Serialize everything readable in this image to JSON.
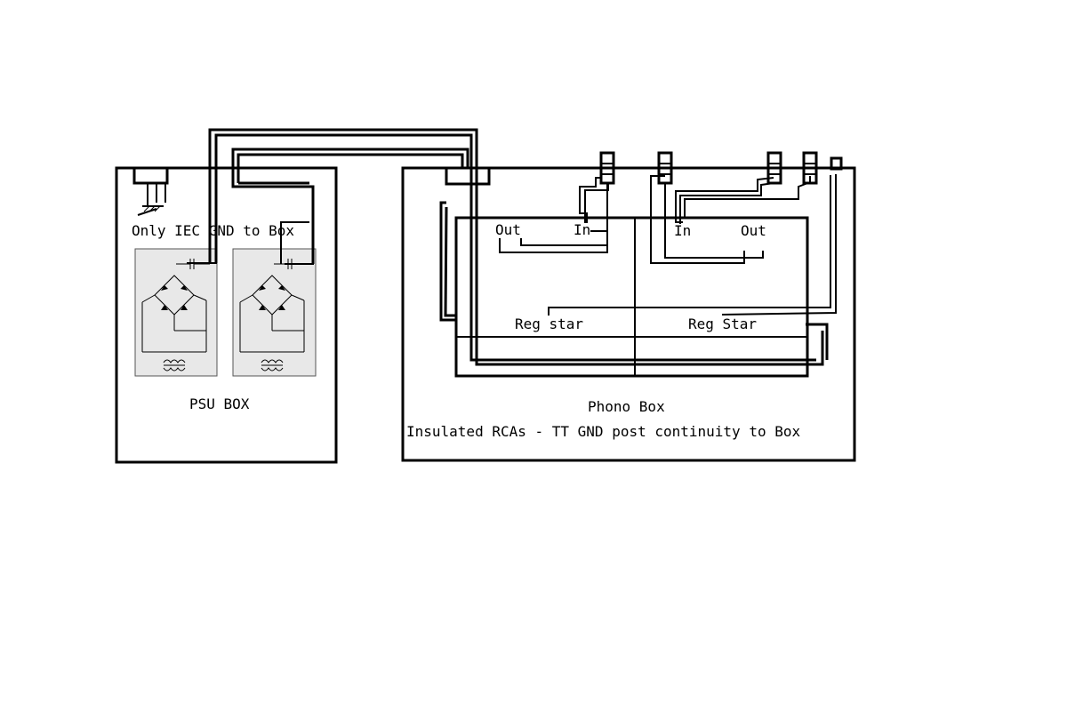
{
  "labels": {
    "psu_note": "Only IEC GND to Box",
    "psu_title": "PSU BOX",
    "phono_title": "Phono Box",
    "phono_note": "Insulated RCAs - TT GND post continuity to Box",
    "left_out": "Out",
    "left_in": "In",
    "right_in": "In",
    "right_out": "Out",
    "reg_star_left": "Reg star",
    "reg_star_right": "Reg Star"
  }
}
